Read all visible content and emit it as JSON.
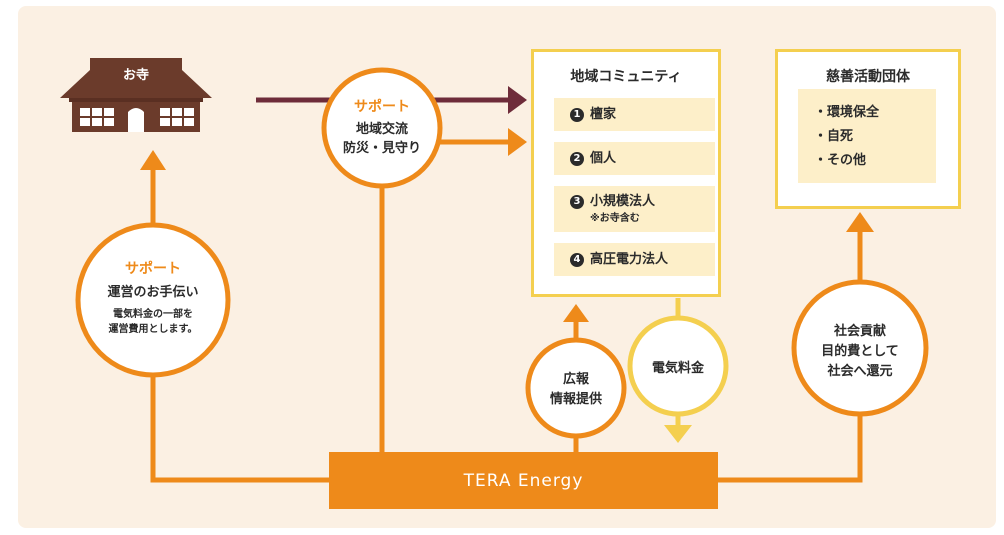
{
  "temple": {
    "label": "お寺"
  },
  "support_top": {
    "title": "サポート",
    "line1": "地域交流",
    "line2": "防災・見守り"
  },
  "support_left": {
    "title": "サポート",
    "line1": "運営のお手伝い",
    "note1": "電気料金の一部を",
    "note2": "運営費用とします。"
  },
  "community": {
    "title": "地域コミュニティ",
    "items": [
      {
        "num": "1",
        "label": "檀家"
      },
      {
        "num": "2",
        "label": "個人"
      },
      {
        "num": "3",
        "label": "小規模法人",
        "note": "※お寺含む"
      },
      {
        "num": "4",
        "label": "高圧電力法人"
      }
    ]
  },
  "charity": {
    "title": "慈善活動団体",
    "items": [
      "・環境保全",
      "・自死",
      "・その他"
    ]
  },
  "pr": {
    "line1": "広報",
    "line2": "情報提供"
  },
  "fee": {
    "label": "電気料金"
  },
  "social": {
    "line1": "社会貢献",
    "line2": "目的費として",
    "line3": "社会へ還元"
  },
  "tera": {
    "label": "TERA Energy"
  },
  "colors": {
    "orange": "#ee8a1a",
    "yellow": "#f4cf4f",
    "maroon": "#6e2c3a",
    "brown": "#6b3b2b",
    "bg": "#fbf0e3"
  }
}
